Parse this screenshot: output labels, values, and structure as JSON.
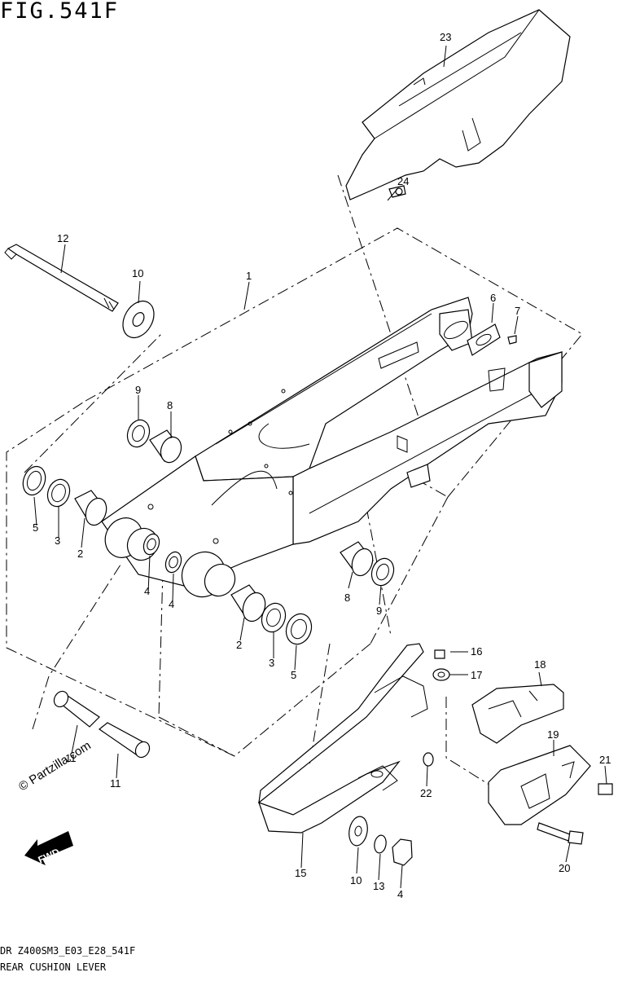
{
  "figure": {
    "title": "FIG.541F",
    "model_line": "DR Z400SM3_E03_E28_541F",
    "subtitle_line": "REAR CUSHION LEVER",
    "watermark": "© Partzilla.com",
    "fwd_label": "FWD"
  },
  "callouts": [
    {
      "id": "c23",
      "label": "23"
    },
    {
      "id": "c24",
      "label": "24"
    },
    {
      "id": "c12",
      "label": "12"
    },
    {
      "id": "c10a",
      "label": "10"
    },
    {
      "id": "c1",
      "label": "1"
    },
    {
      "id": "c6",
      "label": "6"
    },
    {
      "id": "c7",
      "label": "7"
    },
    {
      "id": "c9a",
      "label": "9"
    },
    {
      "id": "c8a",
      "label": "8"
    },
    {
      "id": "c5a",
      "label": "5"
    },
    {
      "id": "c3a",
      "label": "3"
    },
    {
      "id": "c2a",
      "label": "2"
    },
    {
      "id": "c4a",
      "label": "4"
    },
    {
      "id": "c4b",
      "label": "4"
    },
    {
      "id": "c8b",
      "label": "8"
    },
    {
      "id": "c9b",
      "label": "9"
    },
    {
      "id": "c2b",
      "label": "2"
    },
    {
      "id": "c3b",
      "label": "3"
    },
    {
      "id": "c5b",
      "label": "5"
    },
    {
      "id": "c16",
      "label": "16"
    },
    {
      "id": "c17",
      "label": "17"
    },
    {
      "id": "c18",
      "label": "18"
    },
    {
      "id": "c19",
      "label": "19"
    },
    {
      "id": "c21",
      "label": "21"
    },
    {
      "id": "c22",
      "label": "22"
    },
    {
      "id": "c20",
      "label": "20"
    },
    {
      "id": "c15",
      "label": "15"
    },
    {
      "id": "c10b",
      "label": "10"
    },
    {
      "id": "c13",
      "label": "13"
    },
    {
      "id": "c4c",
      "label": "4"
    },
    {
      "id": "c11a",
      "label": "11"
    },
    {
      "id": "c11b",
      "label": "11"
    }
  ]
}
